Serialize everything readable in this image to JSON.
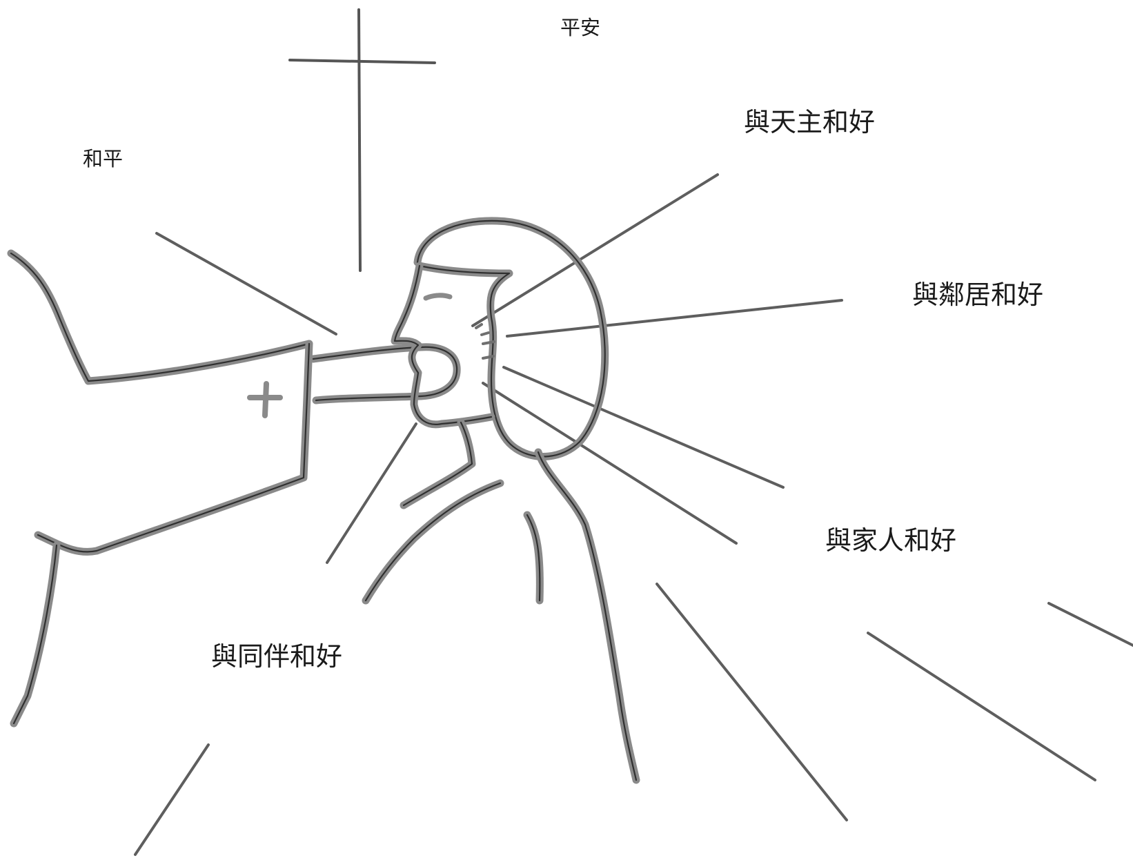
{
  "labels": {
    "peace_top": "平安",
    "peace_left": "和平",
    "reconcile_god": "與天主和好",
    "reconcile_neighbor": "與鄰居和好",
    "reconcile_family": "與家人和好",
    "reconcile_companion": "與同伴和好"
  },
  "colors": {
    "background": "#ffffff",
    "figure_stroke": "#8a8a8a",
    "ray_stroke": "#5e5e5e",
    "text": "#1a1a1a"
  },
  "icons": {
    "cross": "latin-cross-icon",
    "sleeve_cross": "small-cross-icon"
  }
}
